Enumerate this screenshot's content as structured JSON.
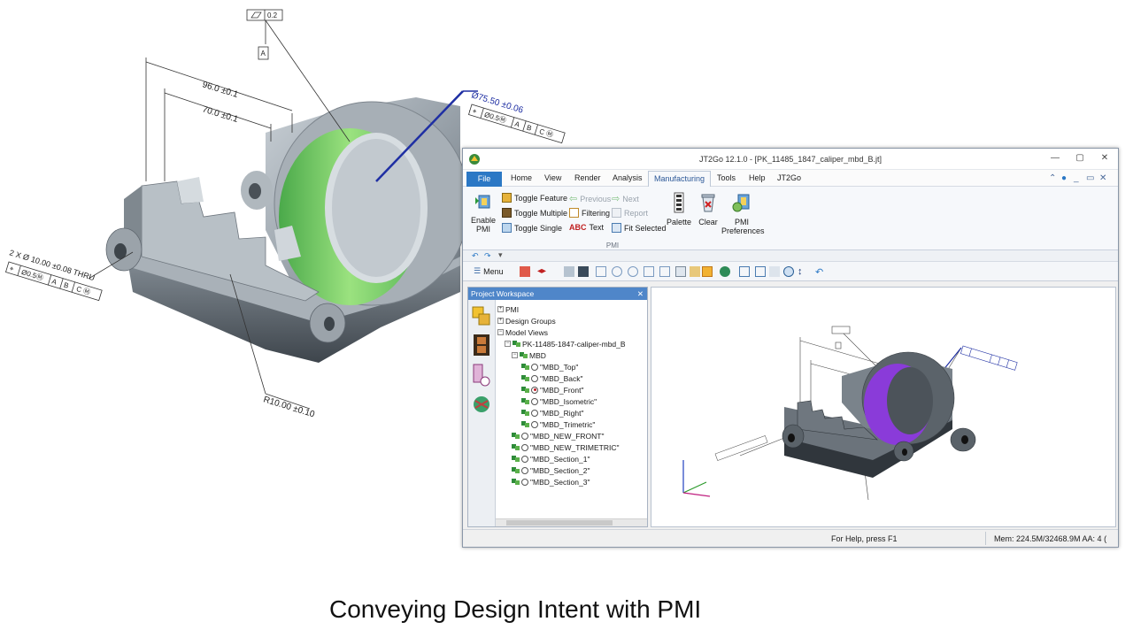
{
  "caption": "Conveying Design Intent with PMI",
  "drawing": {
    "datum_frame": "0.2",
    "datum_label": "A",
    "dim_overall": "96.0  ±0.1",
    "dim_inner": "70.0  ±0.1",
    "bore_dim": "Ø75.50  ±0.06",
    "bore_fcf": [
      "⌖",
      "Ø0.5Ⓜ",
      "A",
      "B",
      "C Ⓜ"
    ],
    "hole_note": "2 X Ø 10.00  ±0.08 THRU",
    "hole_fcf": [
      "⌖",
      "Ø0.5Ⓜ",
      "A",
      "B",
      "C Ⓜ"
    ],
    "radius_dim": "R10.00  ±0.10"
  },
  "window": {
    "title": "JT2Go 12.1.0 - [PK_11485_1847_caliper_mbd_B.jt]",
    "controls": [
      "—",
      "▢",
      "✕"
    ],
    "menu": {
      "file": "File",
      "tabs": [
        "Home",
        "View",
        "Render",
        "Analysis",
        "Manufacturing",
        "Tools",
        "Help",
        "JT2Go"
      ],
      "active": "Manufacturing"
    },
    "ribbon": {
      "enable_pmi": "Enable PMI",
      "toggle_feature": "Toggle Feature",
      "toggle_multiple": "Toggle Multiple",
      "toggle_single": "Toggle Single",
      "previous": "Previous",
      "filtering": "Filtering",
      "text": "Text",
      "next": "Next",
      "report": "Report",
      "fit_selected": "Fit Selected",
      "palette": "Palette",
      "clear": "Clear",
      "pmi_preferences": "PMI Preferences",
      "group_label": "PMI"
    },
    "toolbar": {
      "menu_label": "Menu"
    },
    "workspace": {
      "title": "Project Workspace",
      "close": "✕",
      "tree": [
        {
          "label": "PMI",
          "level": 0,
          "expander": "+"
        },
        {
          "label": "Design Groups",
          "level": 0,
          "expander": "+"
        },
        {
          "label": "Model Views",
          "level": 0,
          "expander": "−"
        },
        {
          "label": "PK-11485-1847-caliper-mbd_B",
          "level": 1,
          "expander": "−"
        },
        {
          "label": "MBD",
          "level": 2,
          "expander": "−"
        },
        {
          "label": "\"MBD_Top\"",
          "level": 3,
          "radio": false
        },
        {
          "label": "\"MBD_Back\"",
          "level": 3,
          "radio": false
        },
        {
          "label": "\"MBD_Front\"",
          "level": 3,
          "radio": true
        },
        {
          "label": "\"MBD_Isometric\"",
          "level": 3,
          "radio": false
        },
        {
          "label": "\"MBD_Right\"",
          "level": 3,
          "radio": false
        },
        {
          "label": "\"MBD_Trimetric\"",
          "level": 3,
          "radio": false
        },
        {
          "label": "\"MBD_NEW_FRONT\"",
          "level": 2,
          "radio": false
        },
        {
          "label": "\"MBD_NEW_TRIMETRIC\"",
          "level": 2,
          "radio": false
        },
        {
          "label": "\"MBD_Section_1\"",
          "level": 2,
          "radio": false
        },
        {
          "label": "\"MBD_Section_2\"",
          "level": 2,
          "radio": false
        },
        {
          "label": "\"MBD_Section_3\"",
          "level": 2,
          "radio": false
        }
      ]
    },
    "status": {
      "help": "For Help, press F1",
      "mem": "Mem: 224.5M/32468.9M  AA: 4 ("
    }
  }
}
